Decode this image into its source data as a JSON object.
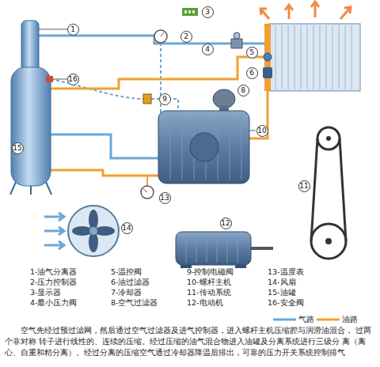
{
  "diagram": {
    "caption": "空气先经过预过滤网，然后通过空气过滤器及进气控制器，进入螺杆主机压缩腔与润滑油混合， 过两个非对称 转子进行线性的、连续的压缩。经过压缩的油气混合物进入油罐及分离系统进行三级分 离（离心、自重和精分离）。经过分离的压缩空气通过冷却器降温后排出，可靠的压力开关系统控制排气",
    "nodes": [
      {
        "text": [
          "1"
        ]
      },
      {
        "text": [
          "3"
        ]
      },
      {
        "text": [
          "2"
        ]
      },
      {
        "text": [
          "4"
        ]
      },
      {
        "text": [
          "5"
        ]
      },
      {
        "text": [
          "6"
        ]
      },
      {
        "text": [
          "16"
        ]
      },
      {
        "text": [
          "8"
        ]
      },
      {
        "text": [
          "9"
        ]
      },
      {
        "text": [
          "10"
        ]
      },
      {
        "text": [
          "15"
        ]
      },
      {
        "text": [
          "11"
        ]
      },
      {
        "text": [
          "13"
        ]
      },
      {
        "text": [
          "14"
        ]
      },
      {
        "text": [
          "12"
        ]
      }
    ],
    "labels": [
      "1-油气分离器",
      "5-温控阀",
      "9-控制电磁阀",
      "13-温度表",
      "2-压力控制器",
      "6-油过滤器",
      "10-螺杆主机",
      "14-风扇",
      "3-显示器",
      "7-冷却器",
      "11-传动系统",
      "15-油罐",
      "4-最小压力阀",
      "8-空气过滤器",
      "12-电动机",
      "16-安全阀"
    ],
    "legend": [
      {
        "text": "气路"
      },
      {
        "text": "油路"
      }
    ]
  }
}
